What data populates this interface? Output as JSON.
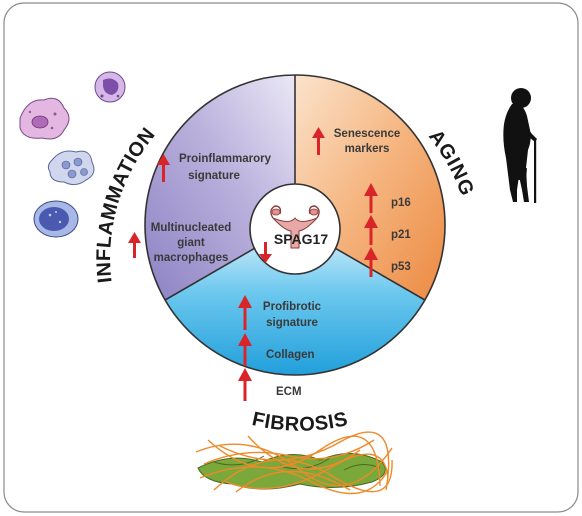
{
  "sections": {
    "inflammation": {
      "title": "INFLAMMATION",
      "items": [
        {
          "lines": [
            "Proinflammarory",
            "signature"
          ],
          "direction": "up"
        },
        {
          "lines": [
            "Multinucleated",
            "giant",
            "macrophages"
          ],
          "direction": "up"
        }
      ]
    },
    "aging": {
      "title": "AGING",
      "items": [
        {
          "lines": [
            "Senescence",
            "markers"
          ],
          "direction": "up"
        },
        {
          "lines": [
            "p16"
          ],
          "direction": "up"
        },
        {
          "lines": [
            "p21"
          ],
          "direction": "up"
        },
        {
          "lines": [
            "p53"
          ],
          "direction": "up"
        }
      ]
    },
    "fibrosis": {
      "title": "FIBROSIS",
      "items": [
        {
          "lines": [
            "Profibrotic",
            "signature"
          ],
          "direction": "up"
        },
        {
          "lines": [
            "Collagen"
          ],
          "direction": "up"
        },
        {
          "lines": [
            "ECM"
          ],
          "direction": "up"
        }
      ]
    }
  },
  "center": {
    "label": "SPAG17",
    "direction": "down",
    "icon": "uterus-icon"
  },
  "colors": {
    "arrow": "#d9252a",
    "inflammation": "#a79cd0",
    "aging": "#f0a264",
    "fibrosis": "#4bb6e4",
    "outline": "#333333"
  }
}
